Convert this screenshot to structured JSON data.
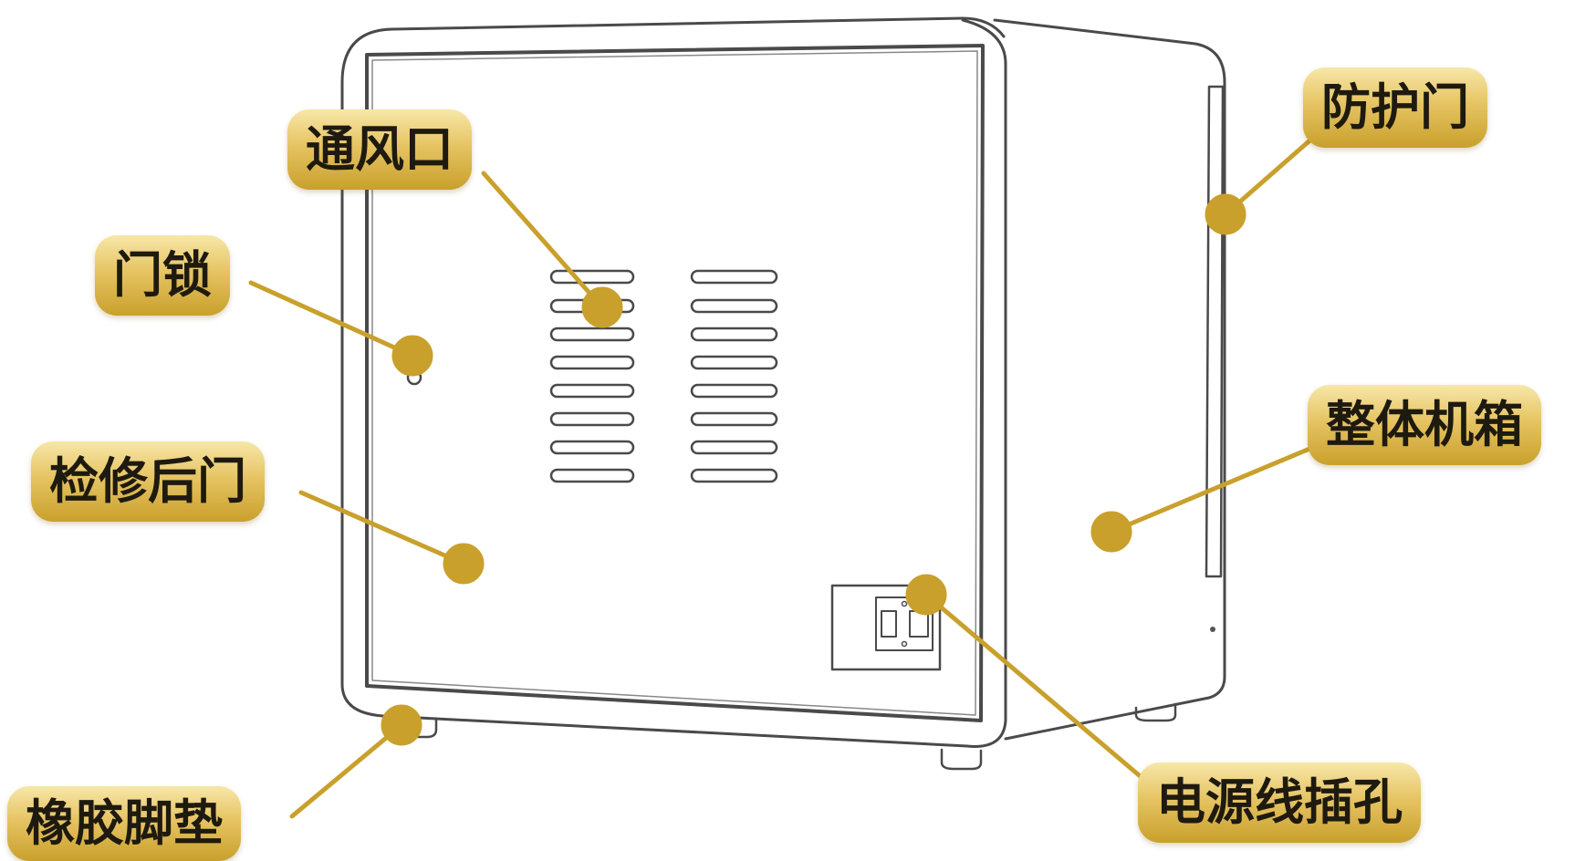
{
  "accent_color": "#c9a02c",
  "label_text_color": "#1e1a10",
  "callouts": {
    "vent": "通风口",
    "door_lock": "门锁",
    "rear_door": "检修后门",
    "rubber_feet": "橡胶脚垫",
    "protective_door": "防护门",
    "cabinet_body": "整体机箱",
    "power_socket": "电源线插孔"
  }
}
